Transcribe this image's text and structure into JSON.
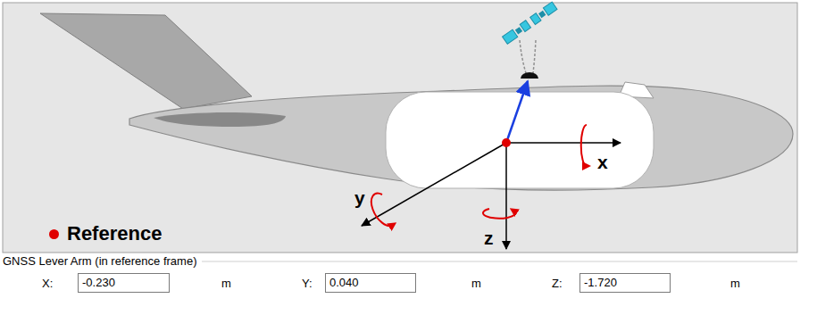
{
  "diagram": {
    "nodes": [
      {
        "text": [
          "-0.230"
        ]
      },
      {
        "text": [
          "0.040"
        ]
      },
      {
        "text": [
          "-1.720"
        ]
      }
    ],
    "labels": [
      "x",
      "y",
      "z",
      "GNSS Lever Arm (in reference frame)",
      "X:",
      "m",
      "Y:",
      "m",
      "Z:",
      "m"
    ],
    "legend": [
      {
        "text": "Reference",
        "color": "#e00000"
      }
    ]
  }
}
